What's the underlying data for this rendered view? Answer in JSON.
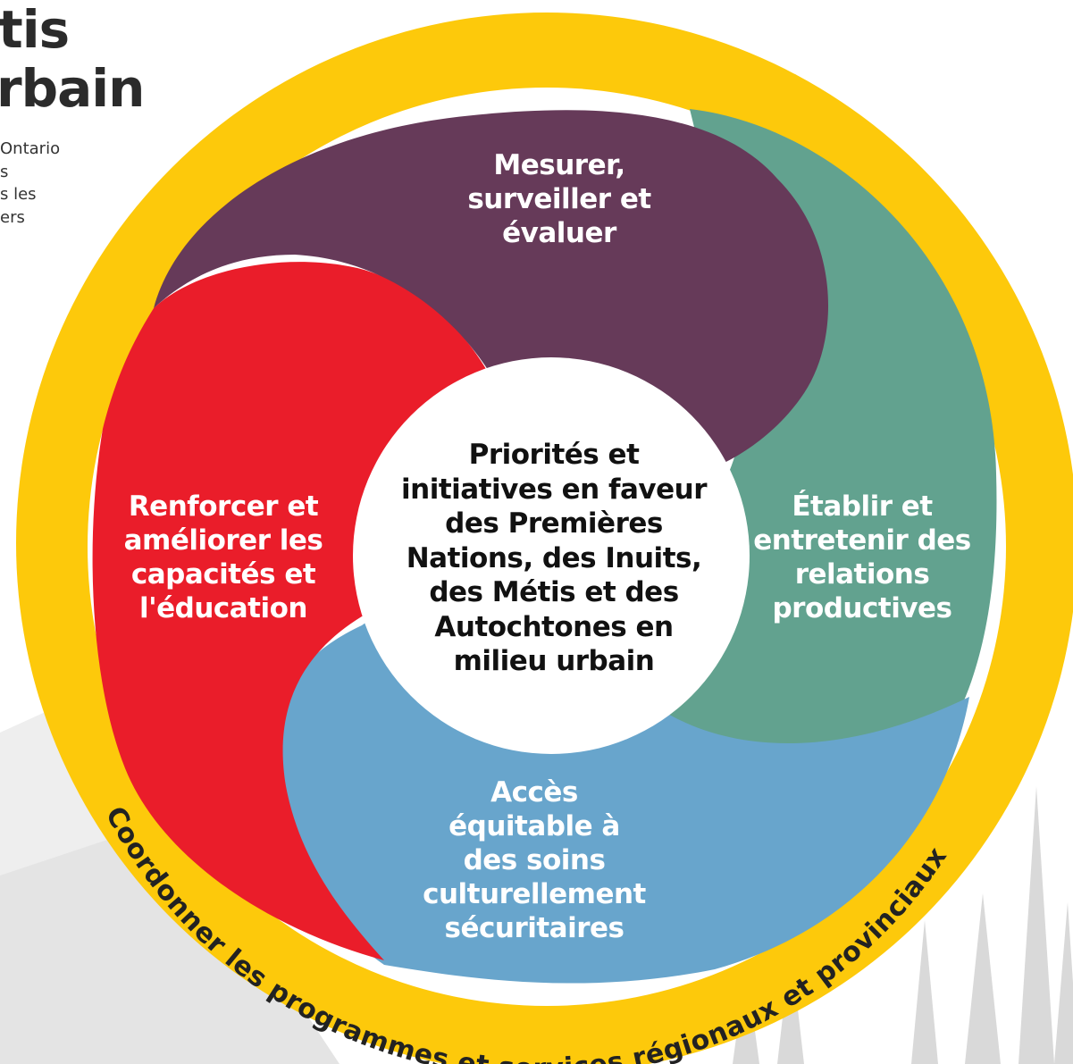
{
  "header": {
    "title_lines": [
      "tis",
      "rbain"
    ],
    "intro_lines": [
      "Ontario",
      "s",
      "s les",
      "ers"
    ]
  },
  "center": {
    "lines": [
      "Priorités et",
      "initiatives en faveur",
      "des Premières",
      "Nations, des Inuits,",
      "des Métis et des",
      "Autochtones en",
      "milieu urbain"
    ]
  },
  "segments": {
    "measure": {
      "lines": [
        "Mesurer,",
        "surveiller et",
        "évaluer"
      ],
      "color": "#663a59"
    },
    "relations": {
      "lines": [
        "Établir et",
        "entretenir des",
        "relations",
        "productives"
      ],
      "color": "#62a28f"
    },
    "access": {
      "lines": [
        "Accès",
        "équitable à",
        "des soins",
        "culturellement",
        "sécuritaires"
      ],
      "color": "#68a5cc"
    },
    "capacity": {
      "lines": [
        "Renforcer et",
        "améliorer les",
        "capacités et",
        "l'éducation"
      ],
      "color": "#ea1d2a"
    }
  },
  "outer_ring": {
    "text": "Coordonner les programmes et services régionaux et provinciaux",
    "color": "#fdc90b"
  }
}
